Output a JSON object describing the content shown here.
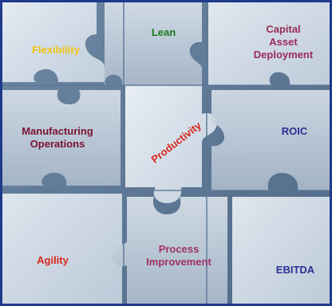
{
  "pieces": {
    "flexibility": {
      "label": "Flexibility",
      "color": "#f2c315"
    },
    "lean": {
      "label": "Lean",
      "color": "#1b7a1b"
    },
    "capital": {
      "label": "Capital\nAsset\nDeployment",
      "color": "#9b2c5b"
    },
    "manufacturing": {
      "label": "Manufacturing\nOperations",
      "color": "#7b1230"
    },
    "productivity": {
      "label": "Productivity",
      "color": "#d9261c"
    },
    "roic": {
      "label": "ROIC",
      "color": "#2b2f95"
    },
    "agility": {
      "label": "Agility",
      "color": "#d9261c"
    },
    "process": {
      "label": "Process\nImprovement",
      "color": "#a03262"
    },
    "ebitda": {
      "label": "EBITDA",
      "color": "#2b2f95"
    }
  },
  "frame_color": "#1f3a8a"
}
